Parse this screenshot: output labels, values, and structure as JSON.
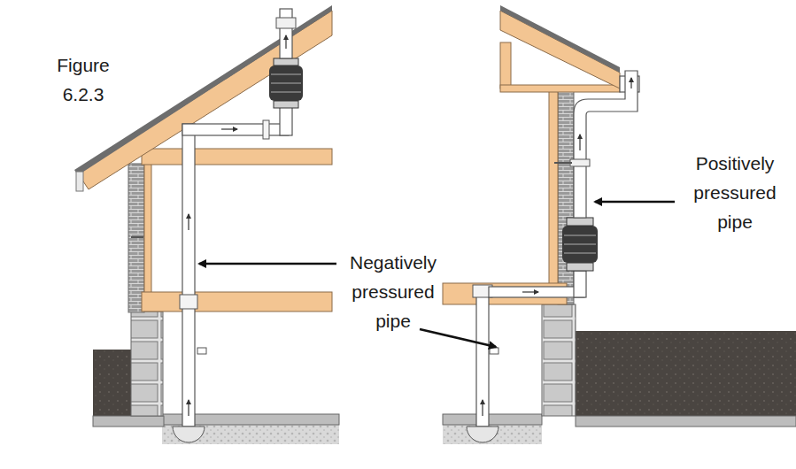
{
  "diagram": {
    "labels": [
      "Figure 6.2.3",
      "Negatively pressured pipe",
      "Positively pressured pipe"
    ]
  }
}
